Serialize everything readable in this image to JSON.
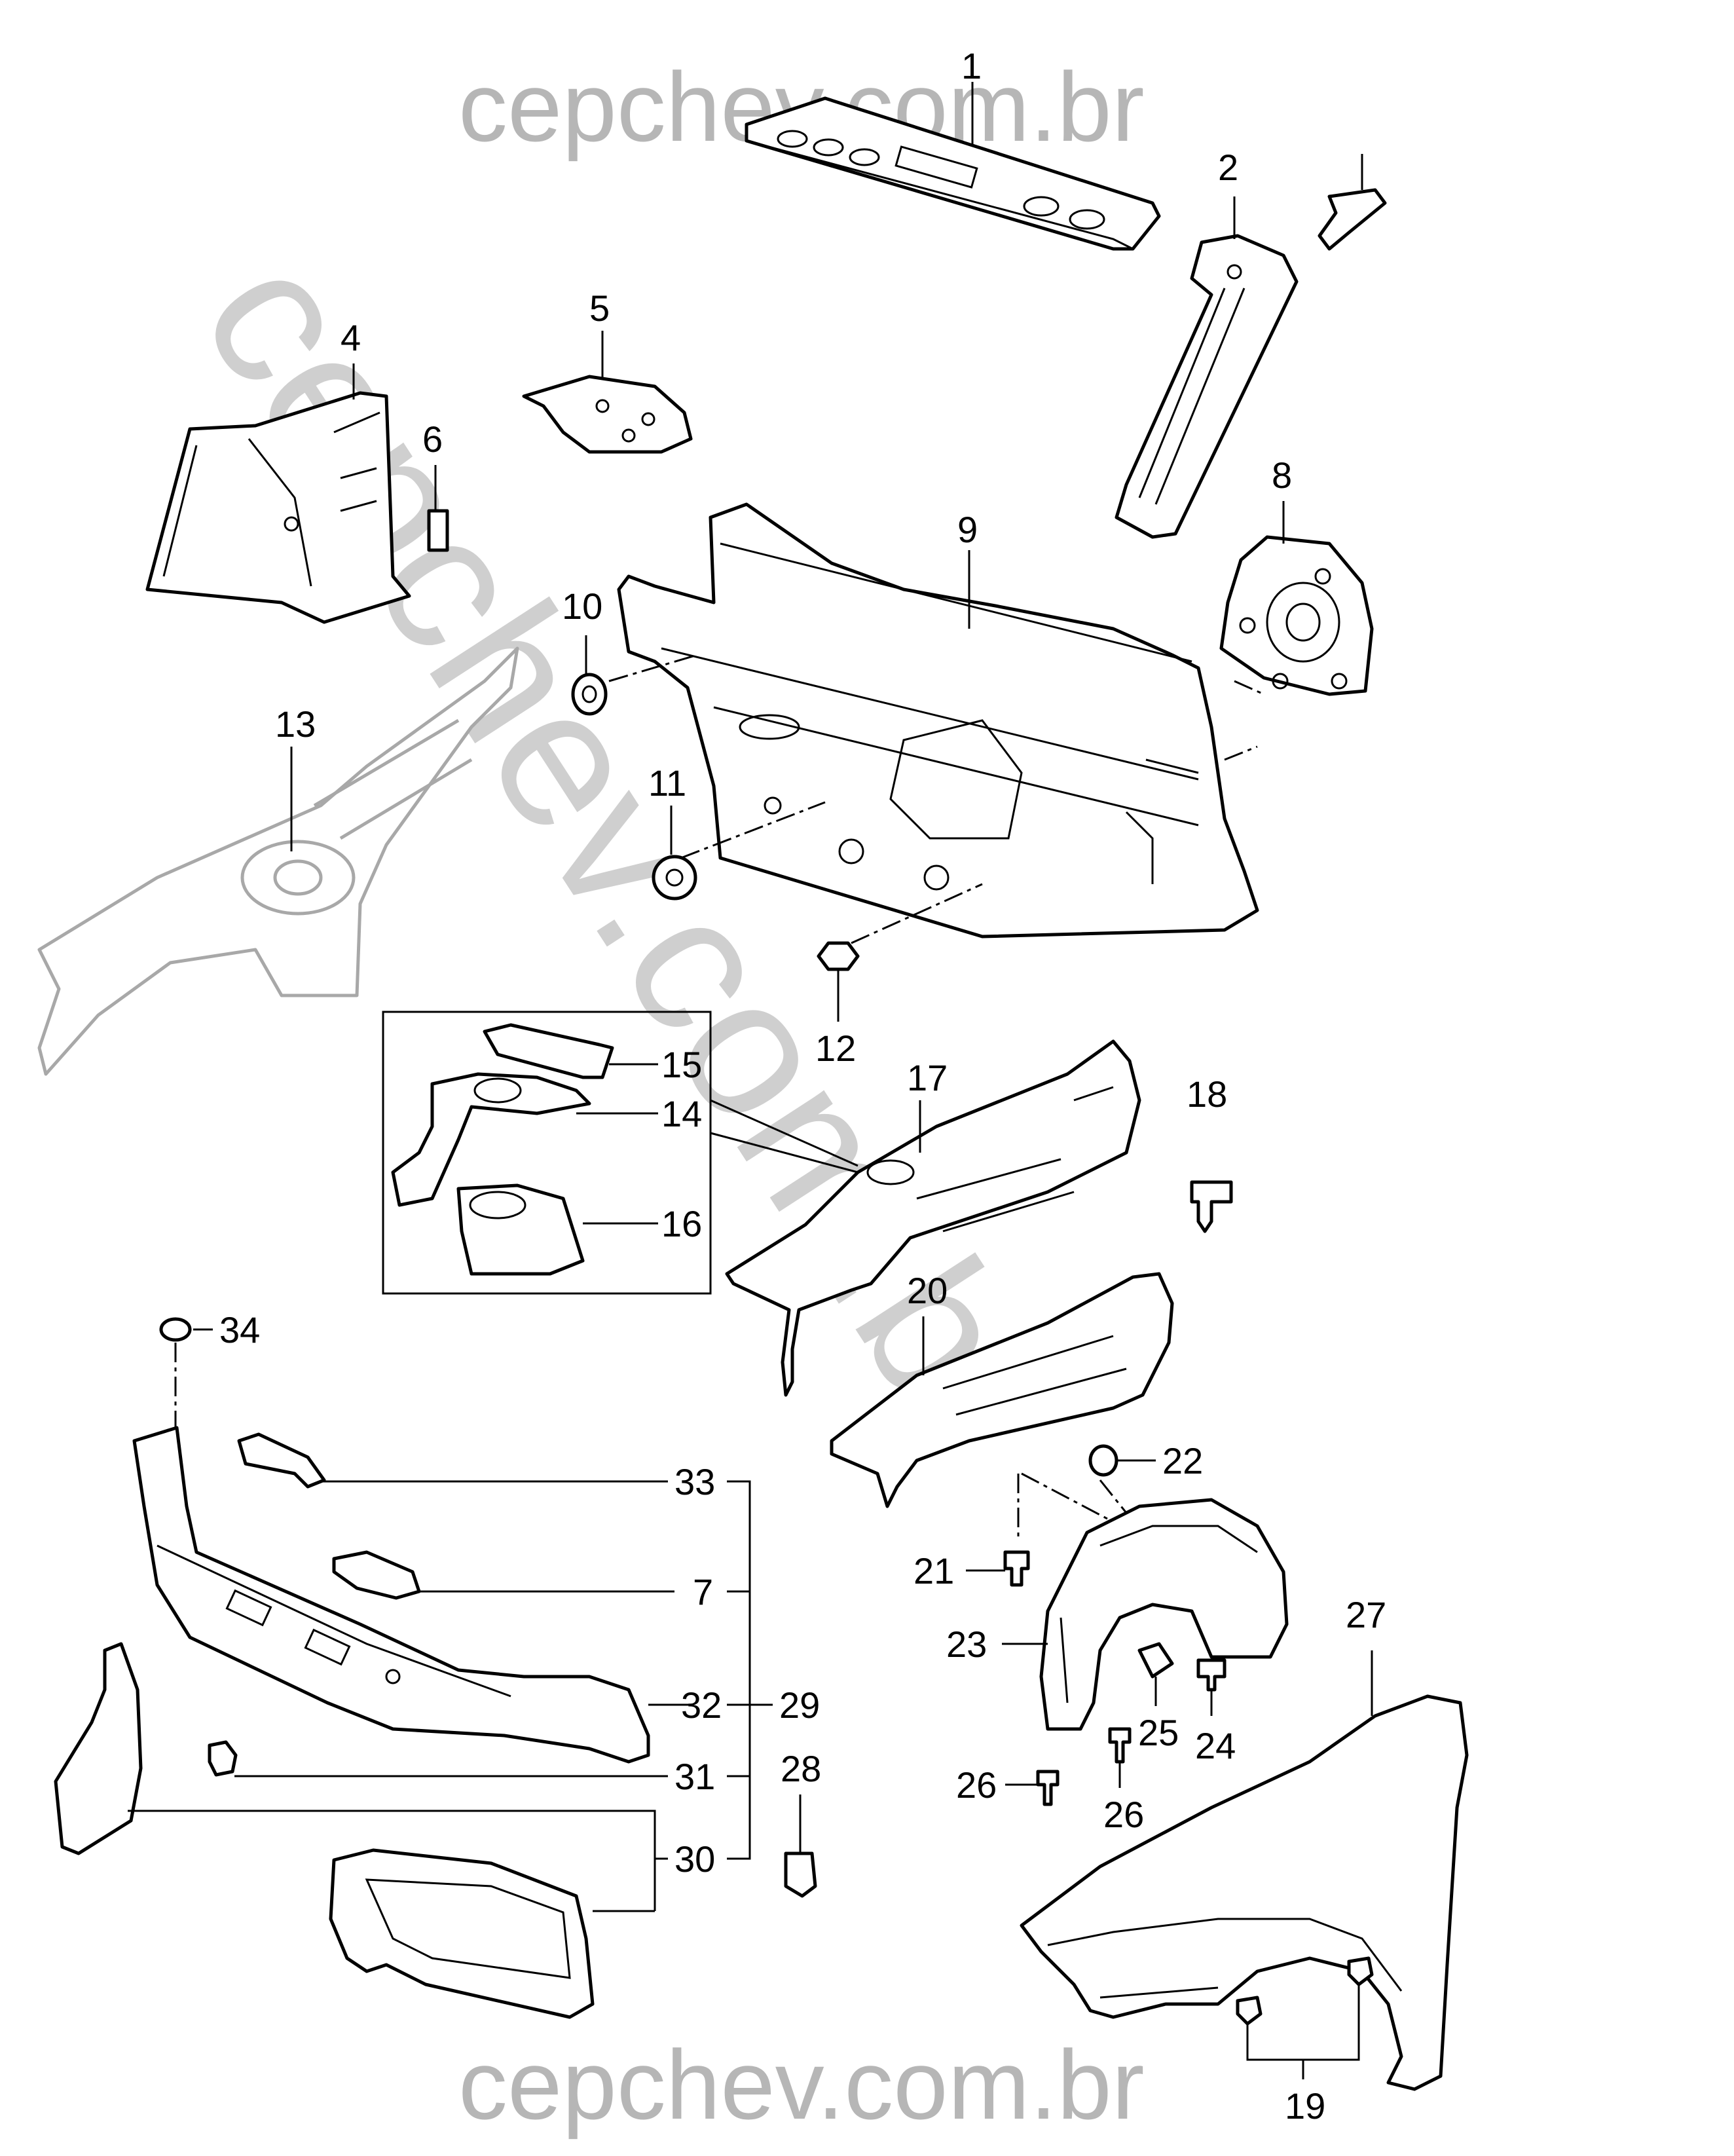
{
  "watermark": {
    "top": "cepchev.com.br",
    "bottom": "cepchev.com.br",
    "diagonal": "cepchev.com.br",
    "color": "#9e9e9e"
  },
  "callouts": {
    "c1": "1",
    "c2": "2",
    "c4": "4",
    "c5": "5",
    "c6": "6",
    "c7": "7",
    "c8": "8",
    "c9": "9",
    "c10": "10",
    "c11": "11",
    "c12": "12",
    "c13": "13",
    "c14": "14",
    "c15": "15",
    "c16": "16",
    "c17": "17",
    "c18": "18",
    "c19": "19",
    "c20": "20",
    "c21": "21",
    "c22": "22",
    "c23": "23",
    "c24": "24",
    "c25": "25",
    "c26a": "26",
    "c26b": "26",
    "c27": "27",
    "c28": "28",
    "c29": "29",
    "c30": "30",
    "c31": "31",
    "c32": "32",
    "c33": "33",
    "c34": "34"
  }
}
